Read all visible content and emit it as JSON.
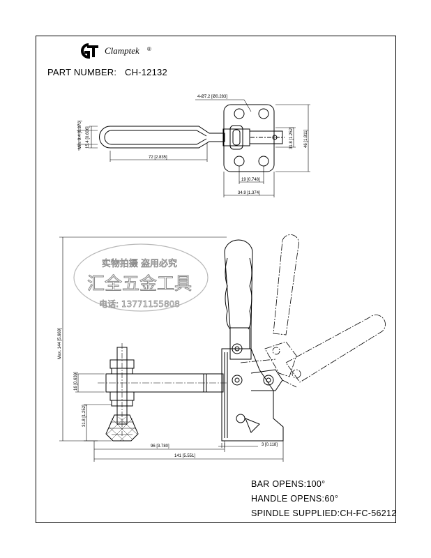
{
  "brand": {
    "name": "Clamptek",
    "registered": "®"
  },
  "part": {
    "label": "PART NUMBER:",
    "number": "CH-12132"
  },
  "dims_top": {
    "hole": "4-Ø7.2 [Ø0.283]",
    "handle_dia": "15.4 [0.606]",
    "handle_min": "Min. 9.4 [0.370]",
    "handle_len": "72 [2.835]",
    "base_h_small": "31.8 [1.252]",
    "base_h": "46 [1.811]",
    "hole_pitch": "19 [0.748]",
    "base_w": "34.9 [1.374]"
  },
  "dims_side": {
    "max_height": "Max. 144 [5.669]",
    "bar_h": "16 [0.630]",
    "spindle_h": "31.8 [1.252]",
    "reach": "96 [3.780]",
    "offset": "3 [0.118]",
    "total_len": "141 [5.551]"
  },
  "watermark": {
    "line1": "实物拍摄 盗用必究",
    "line2": "汇全五金工具",
    "line3": "电话: 13771155808"
  },
  "specs": {
    "bar_opens": "BAR OPENS:100°",
    "handle_opens": "HANDLE OPENS:60°",
    "spindle": "SPINDLE SUPPLIED:CH-FC-56212"
  },
  "colors": {
    "ink": "#000000",
    "watermark": "#9a9a9a"
  }
}
